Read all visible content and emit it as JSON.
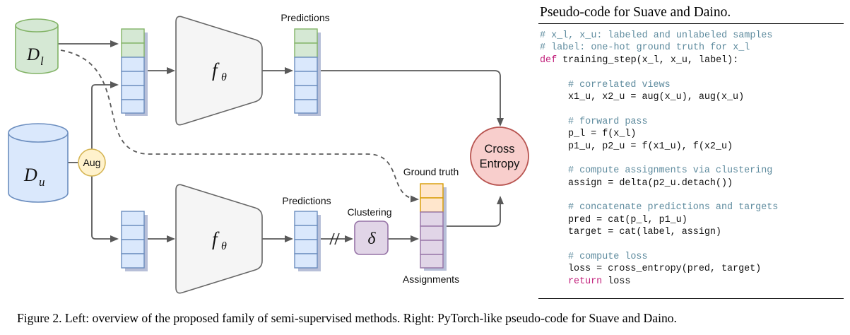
{
  "diagram": {
    "labeled_db": {
      "symbol": "D",
      "subscript": "l"
    },
    "unlabeled_db": {
      "symbol": "D",
      "subscript": "u"
    },
    "aug_label": "Aug",
    "encoder_top": {
      "symbol": "f",
      "subscript": "θ"
    },
    "encoder_bottom": {
      "symbol": "f",
      "subscript": "θ"
    },
    "predictions_top": "Predictions",
    "predictions_bottom": "Predictions",
    "clustering_label": "Clustering",
    "clustering_symbol": "δ",
    "ground_truth_label": "Ground truth",
    "assignments_label": "Assignments",
    "loss_line1": "Cross",
    "loss_line2": "Entropy",
    "colors": {
      "labeled_green_fill": "#d5e8d4",
      "labeled_green_stroke": "#82b366",
      "unlabeled_blue_fill": "#dae8fc",
      "unlabeled_blue_stroke": "#6c8ebf",
      "aug_fill": "#fff2cc",
      "aug_stroke": "#d6b656",
      "orange_fill": "#ffe6cc",
      "orange_stroke": "#d79b00",
      "purple_fill": "#e1d5e7",
      "purple_stroke": "#9673a6",
      "loss_fill": "#f8cecc",
      "loss_stroke": "#b85450",
      "encoder_fill": "#f5f5f5",
      "encoder_stroke": "#666666"
    }
  },
  "code": {
    "title": "Pseudo-code for Suave and Daino.",
    "keyword_color": "#c2217c",
    "comment_color": "#5e8b9e",
    "lines": [
      {
        "text": "# x_l, x_u: labeled and unlabeled samples",
        "kind": "comment",
        "indent": 0
      },
      {
        "text": "# label: one-hot ground truth for x_l",
        "kind": "comment",
        "indent": 0
      },
      {
        "keyword": "def",
        "text": " training_step(x_l, x_u, label):",
        "kind": "code",
        "indent": 0
      },
      {
        "text": "",
        "kind": "blank",
        "indent": 0
      },
      {
        "text": "# correlated views",
        "kind": "comment",
        "indent": 1
      },
      {
        "text": "x1_u, x2_u = aug(x_u), aug(x_u)",
        "kind": "code",
        "indent": 1
      },
      {
        "text": "",
        "kind": "blank",
        "indent": 0
      },
      {
        "text": "# forward pass",
        "kind": "comment",
        "indent": 1
      },
      {
        "text": "p_l = f(x_l)",
        "kind": "code",
        "indent": 1
      },
      {
        "text": "p1_u, p2_u = f(x1_u), f(x2_u)",
        "kind": "code",
        "indent": 1
      },
      {
        "text": "",
        "kind": "blank",
        "indent": 0
      },
      {
        "text": "# compute assignments via clustering",
        "kind": "comment",
        "indent": 1
      },
      {
        "text": "assign = delta(p2_u.detach())",
        "kind": "code",
        "indent": 1
      },
      {
        "text": "",
        "kind": "blank",
        "indent": 0
      },
      {
        "text": "# concatenate predictions and targets",
        "kind": "comment",
        "indent": 1
      },
      {
        "text": "pred = cat(p_l, p1_u)",
        "kind": "code",
        "indent": 1
      },
      {
        "text": "target = cat(label, assign)",
        "kind": "code",
        "indent": 1
      },
      {
        "text": "",
        "kind": "blank",
        "indent": 0
      },
      {
        "text": "# compute loss",
        "kind": "comment",
        "indent": 1
      },
      {
        "text": "loss = cross_entropy(pred, target)",
        "kind": "code",
        "indent": 1
      },
      {
        "keyword": "return",
        "text": " loss",
        "kind": "code",
        "indent": 1
      }
    ]
  },
  "caption": "Figure 2. Left: overview of the proposed family of semi-supervised methods. Right: PyTorch-like pseudo-code for Suave and Daino."
}
